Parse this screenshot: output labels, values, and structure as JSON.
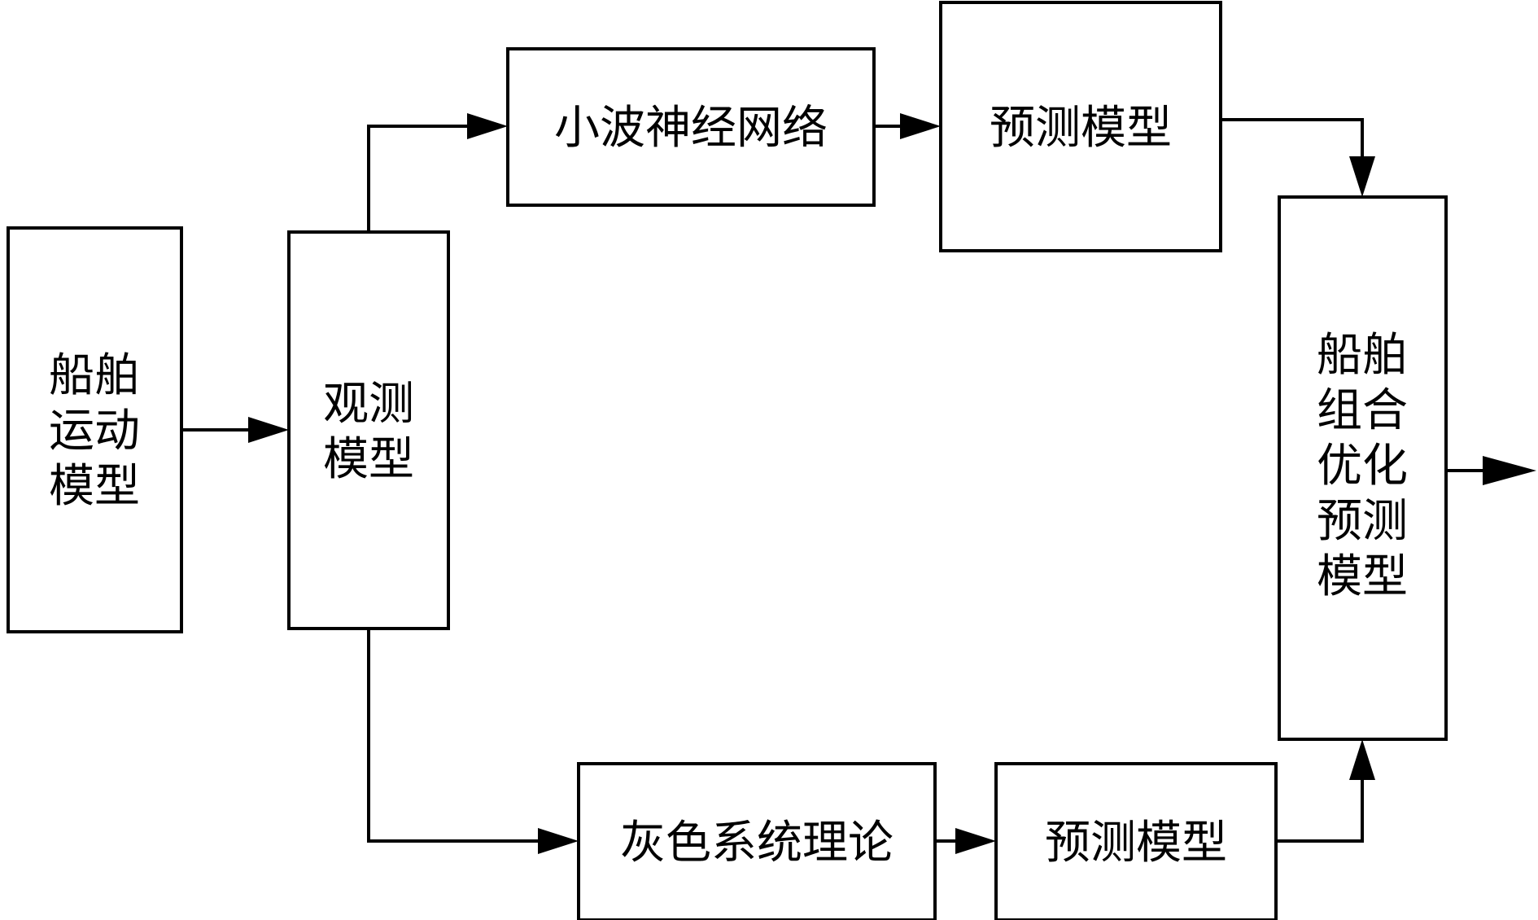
{
  "diagram": {
    "nodes": {
      "ship_motion_model": {
        "lines": [
          "船舶",
          "运动",
          "模型"
        ]
      },
      "observation_model": {
        "lines": [
          "观测",
          "模型"
        ]
      },
      "wavelet_nn": {
        "text": "小波神经网络"
      },
      "prediction_model_top": {
        "text": "预测模型"
      },
      "grey_system_theory": {
        "text": "灰色系统理论"
      },
      "prediction_model_bottom": {
        "text": "预测模型"
      },
      "combined_model": {
        "lines": [
          "船舶",
          "组合",
          "优化",
          "预测",
          "模型"
        ]
      }
    },
    "edges": [
      {
        "from": "ship_motion_model",
        "to": "observation_model"
      },
      {
        "from": "observation_model",
        "to": "wavelet_nn"
      },
      {
        "from": "wavelet_nn",
        "to": "prediction_model_top"
      },
      {
        "from": "prediction_model_top",
        "to": "combined_model"
      },
      {
        "from": "observation_model",
        "to": "grey_system_theory"
      },
      {
        "from": "grey_system_theory",
        "to": "prediction_model_bottom"
      },
      {
        "from": "prediction_model_bottom",
        "to": "combined_model"
      },
      {
        "from": "combined_model",
        "to": "output"
      }
    ]
  }
}
